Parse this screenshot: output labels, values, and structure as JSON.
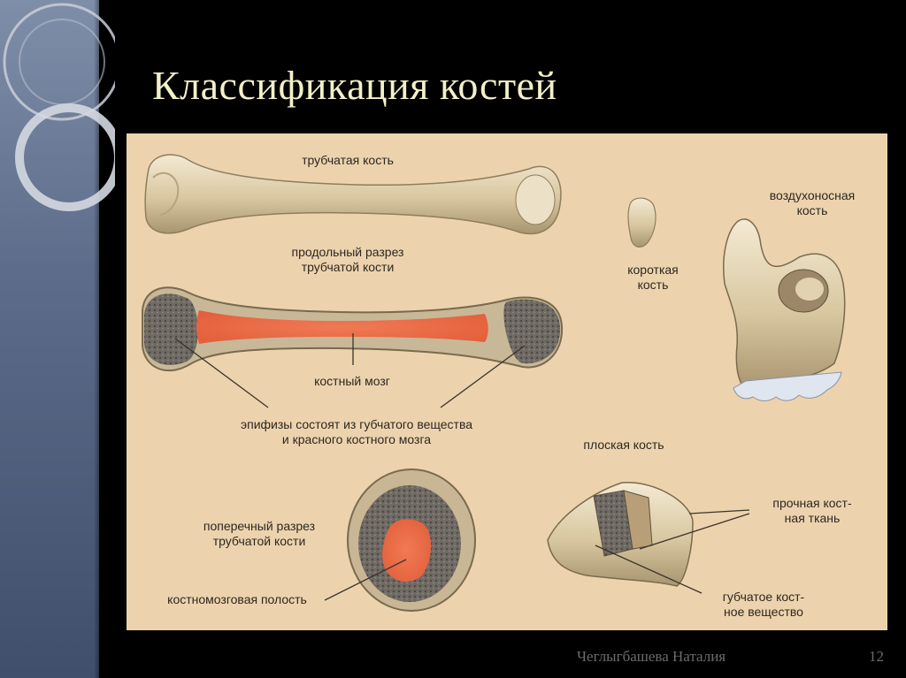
{
  "slide": {
    "title": "Классификация костей",
    "footer_author": "Чеглыгбашева Наталия",
    "page_number": "12"
  },
  "diagram": {
    "labels": {
      "tubular_bone": "трубчатая кость",
      "longitudinal_section": "продольный разрез\nтрубчатой кости",
      "bone_marrow": "костный мозг",
      "epiphyses": "эпифизы состоят из губчатого вещества\nи красного костного мозга",
      "short_bone": "короткая\nкость",
      "pneumatic_bone": "воздухоносная\nкость",
      "flat_bone": "плоская кость",
      "cross_section": "поперечный разрез\nтрубчатой кости",
      "medullary_cavity": "костномозговая полость",
      "compact_tissue": "прочная кост-\nная ткань",
      "spongy_substance": "губчатое кост-\nное вещество"
    }
  }
}
